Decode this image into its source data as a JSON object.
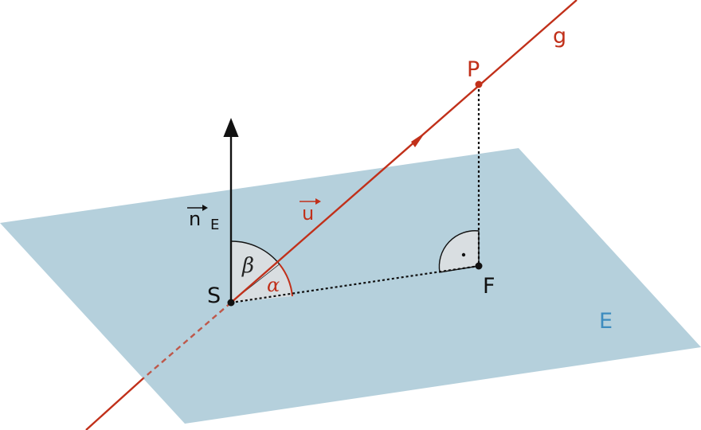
{
  "labels": {
    "line_g": "g",
    "point_p": "P",
    "point_s": "S",
    "point_f": "F",
    "plane_e": "E",
    "vector_u": "u",
    "vector_n": "n",
    "vector_n_sub": "E",
    "angle_alpha": "α",
    "angle_beta": "β"
  },
  "colors": {
    "plane_fill": "#b5d0dc",
    "line_red": "#c1301a",
    "plane_label": "#3d8cbf",
    "ink": "#111111",
    "angle_fill": "#d9dee1"
  }
}
